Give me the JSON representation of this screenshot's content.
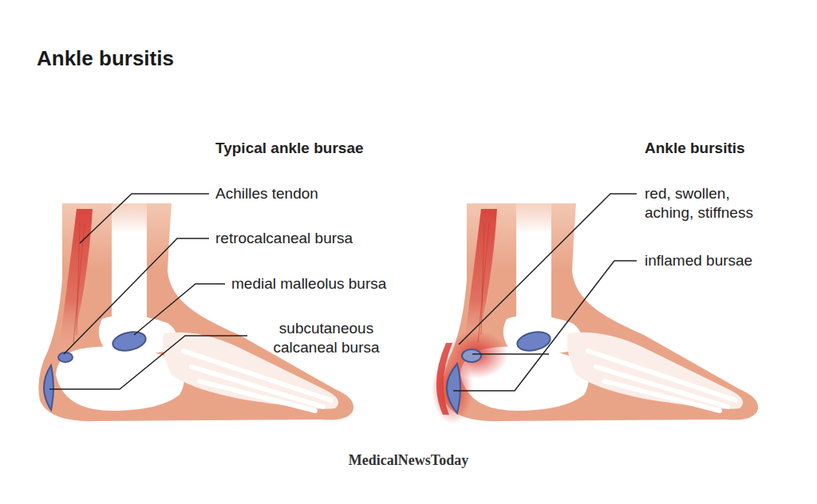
{
  "diagram": {
    "title": "Ankle bursitis",
    "labels": [
      "Typical ankle bursae",
      "Achilles tendon",
      "retrocalcaneal bursa",
      "medial malleolus bursa",
      "subcutaneous calcaneal bursa",
      "Ankle bursitis",
      "red, swollen, aching, stiffness",
      "inflamed bursae",
      "MedicalNewsToday"
    ]
  }
}
